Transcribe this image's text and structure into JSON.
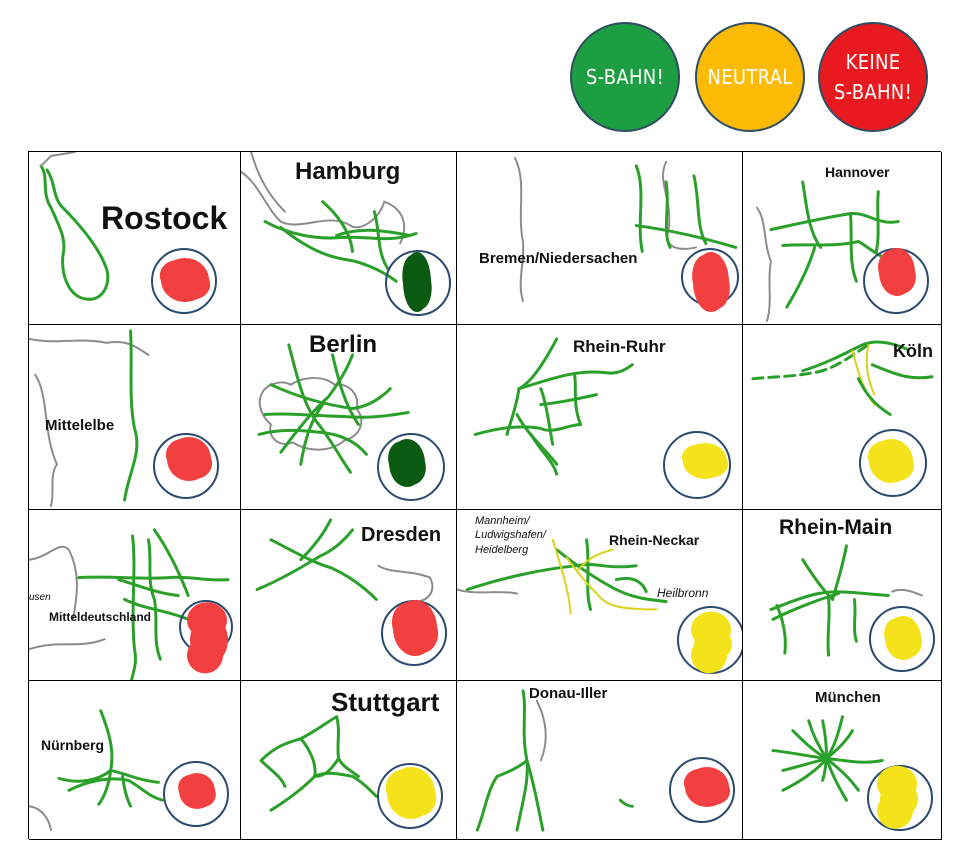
{
  "legend": [
    {
      "id": "sbahn",
      "label": "S-BAHN!",
      "color": "#1e9e43"
    },
    {
      "id": "neutral",
      "label": "NEUTRAL",
      "color": "#fdbb05"
    },
    {
      "id": "keine",
      "label": "KEINE\nS-BAHN!",
      "color": "#e8191f"
    }
  ],
  "vote_colors": {
    "red": "#f23f3f",
    "green": "#0b5a12",
    "yellow": "#f4e21a"
  },
  "grid": {
    "rows": [
      [
        {
          "id": "rostock",
          "vote": "red",
          "labels": [
            {
              "text": "Rostock"
            }
          ]
        },
        {
          "id": "hamburg",
          "vote": "green",
          "labels": [
            {
              "text": "Hamburg"
            }
          ]
        },
        {
          "id": "bremen",
          "vote": "red",
          "labels": [
            {
              "text": "Bremen/Niedersachen"
            }
          ]
        },
        {
          "id": "hannover",
          "vote": "red",
          "labels": [
            {
              "text": "Hannover"
            }
          ]
        }
      ],
      [
        {
          "id": "mittelelbe",
          "vote": "red",
          "labels": [
            {
              "text": "Mittelelbe"
            }
          ]
        },
        {
          "id": "berlin",
          "vote": "green",
          "labels": [
            {
              "text": "Berlin"
            }
          ]
        },
        {
          "id": "rhein-ruhr",
          "vote": "yellow",
          "labels": [
            {
              "text": "Rhein-Ruhr"
            }
          ]
        },
        {
          "id": "koeln",
          "vote": "yellow",
          "labels": [
            {
              "text": "Köln"
            }
          ]
        }
      ],
      [
        {
          "id": "mitteldeutschland",
          "vote": "red",
          "labels": [
            {
              "text": "Mitteldeutschland"
            },
            {
              "text": "usen"
            }
          ]
        },
        {
          "id": "dresden",
          "vote": "red",
          "labels": [
            {
              "text": "Dresden"
            }
          ]
        },
        {
          "id": "rhein-neckar",
          "vote": "yellow",
          "labels": [
            {
              "text": "Rhein-Neckar"
            },
            {
              "text": "Mannheim/\nLudwigshafen/\nHeidelberg"
            },
            {
              "text": "Heilbronn"
            }
          ]
        },
        {
          "id": "rhein-main",
          "vote": "yellow",
          "labels": [
            {
              "text": "Rhein-Main"
            }
          ]
        }
      ],
      [
        {
          "id": "nuernberg",
          "vote": "red",
          "labels": [
            {
              "text": "Nürnberg"
            }
          ]
        },
        {
          "id": "stuttgart",
          "vote": "yellow",
          "labels": [
            {
              "text": "Stuttgart"
            }
          ]
        },
        {
          "id": "donau-iller",
          "vote": "red",
          "labels": [
            {
              "text": "Donau-Iller"
            }
          ]
        },
        {
          "id": "muenchen",
          "vote": "yellow",
          "labels": [
            {
              "text": "München"
            }
          ]
        }
      ]
    ]
  }
}
